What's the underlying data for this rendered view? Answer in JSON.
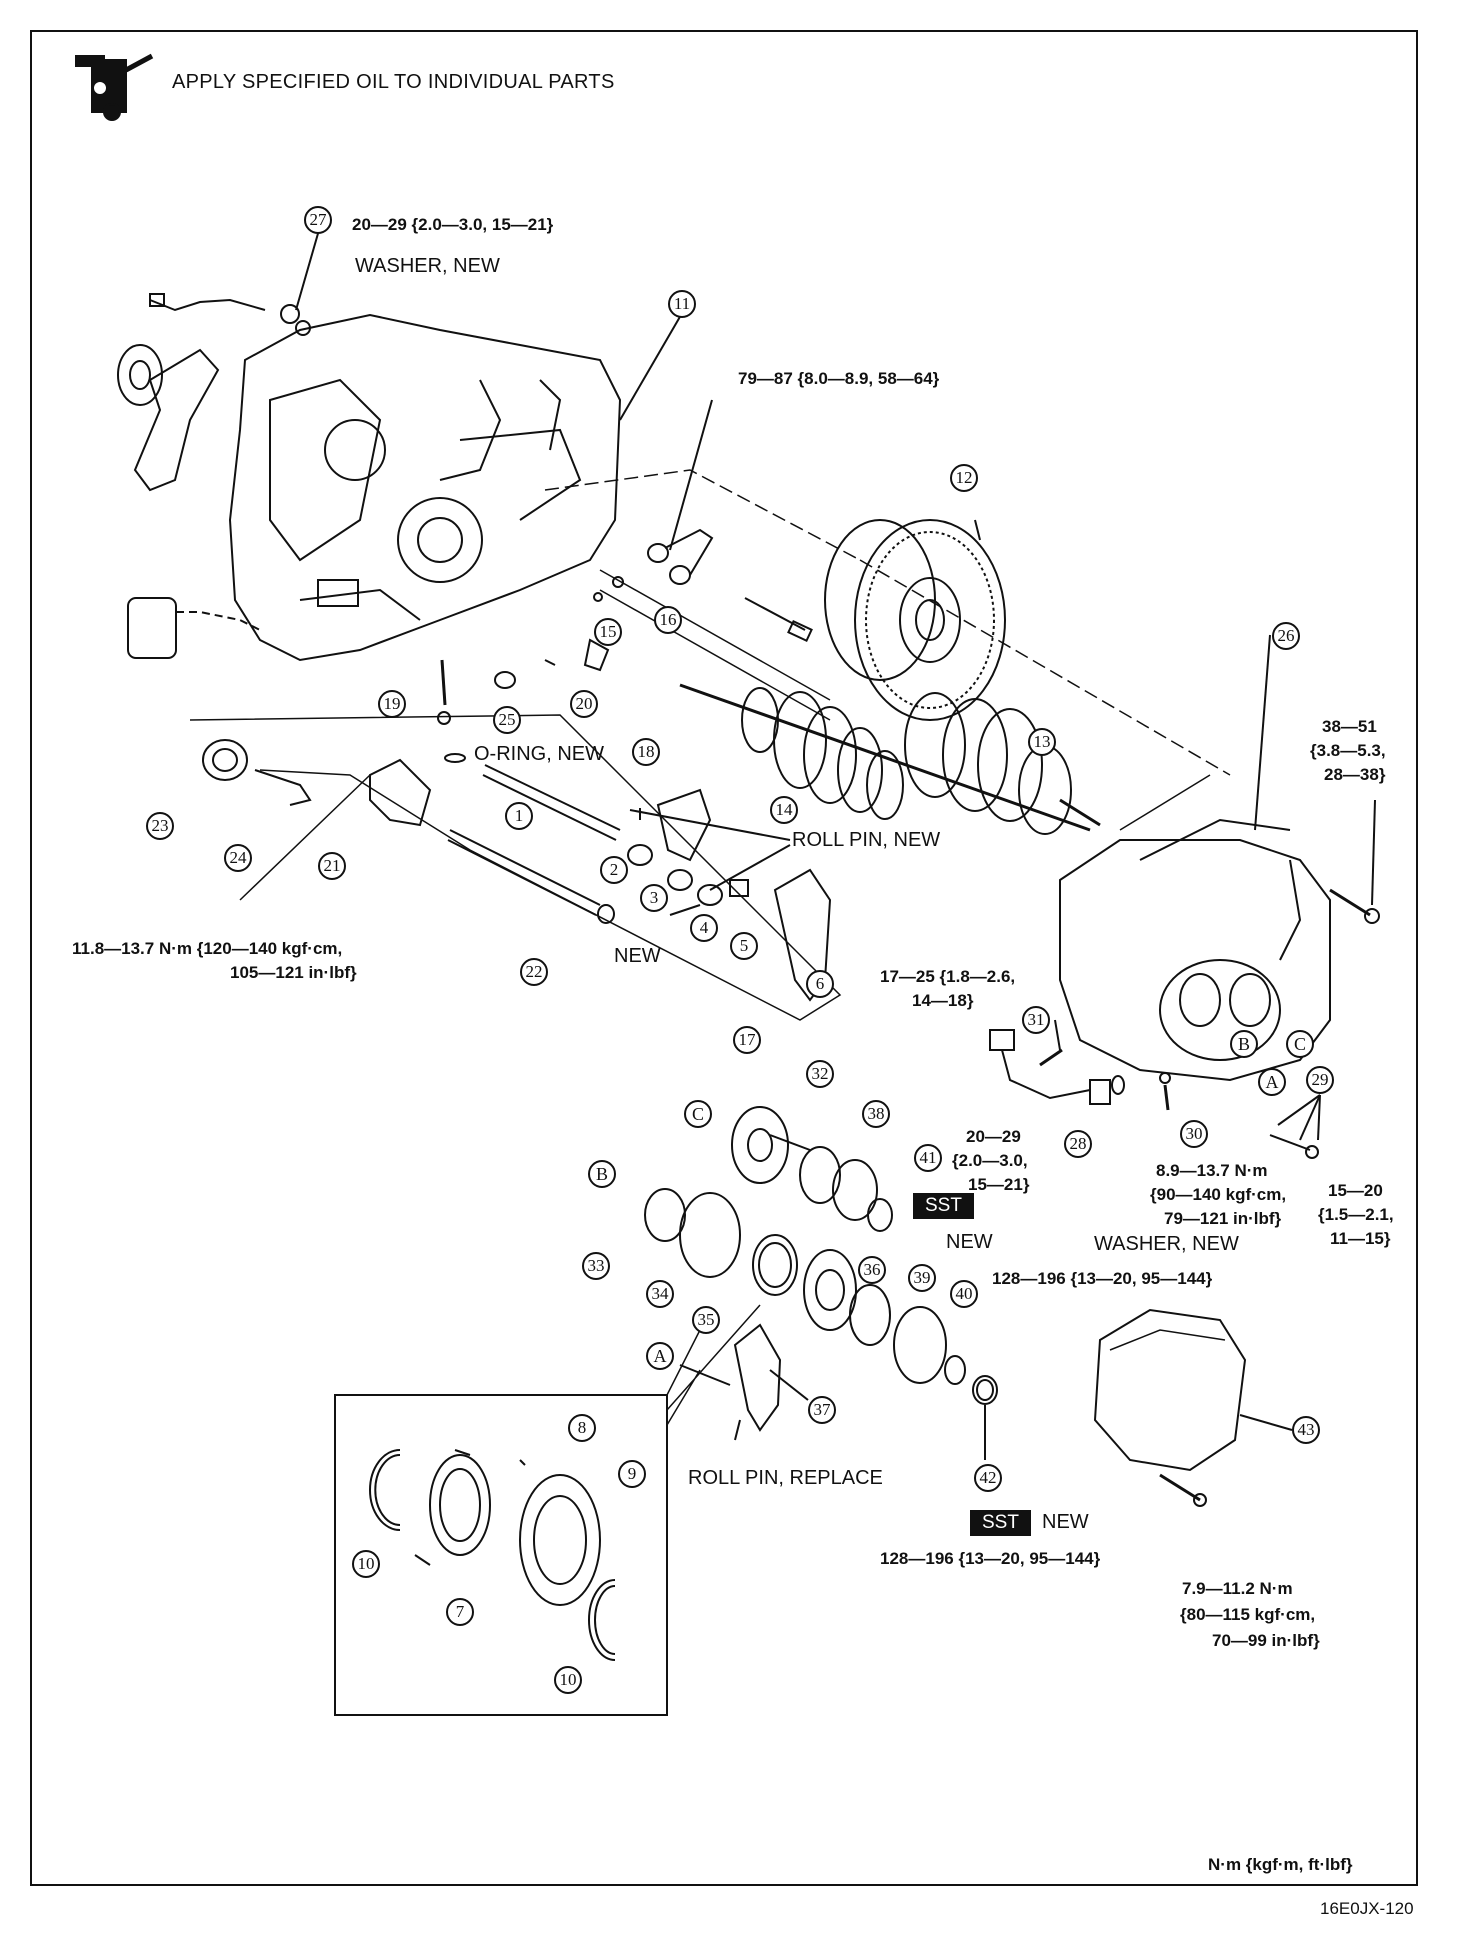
{
  "header": {
    "title": "APPLY SPECIFIED OIL TO INDIVIDUAL PARTS",
    "oil_icon": "oil-can-icon"
  },
  "labels": {
    "t27": "20—29 {2.0—3.0, 15—21}",
    "washer_new_top": "WASHER, NEW",
    "t_bracket": "79—87 {8.0—8.9, 58—64}",
    "t26_a": "38—51",
    "t26_b": "{3.8—5.3,",
    "t26_c": "28—38}",
    "oring_new": "O-RING, NEW",
    "roll_pin_new": "ROLL PIN, NEW",
    "t21_a": "11.8—13.7 N·m {120—140 kgf·cm,",
    "t21_b": "105—121 in·lbf}",
    "new_22": "NEW",
    "t31_a": "17—25 {1.8—2.6,",
    "t31_b": "14—18}",
    "t28_a": "20—29",
    "t28_b": "{2.0—3.0,",
    "t28_c": "15—21}",
    "sst_41": "SST",
    "new_41": "NEW",
    "t41": "128—196 {13—20, 95—144}",
    "t30_a": "8.9—13.7 N·m",
    "t30_b": "{90—140 kgf·cm,",
    "t30_c": "79—121 in·lbf}",
    "t29_a": "15—20",
    "t29_b": "{1.5—2.1,",
    "t29_c": "11—15}",
    "washer_new_28": "WASHER, NEW",
    "roll_pin_replace": "ROLL PIN, REPLACE",
    "sst_42": "SST",
    "new_42": "NEW",
    "t42": "128—196 {13—20, 95—144}",
    "t43_a": "7.9—11.2 N·m",
    "t43_b": "{80—115 kgf·cm,",
    "t43_c": "70—99 in·lbf}",
    "units_note": "N·m {kgf·m, ft·lbf}",
    "figure_code": "16E0JX-120"
  },
  "callouts": {
    "c1": "1",
    "c2": "2",
    "c3": "3",
    "c4": "4",
    "c5": "5",
    "c6": "6",
    "c7": "7",
    "c8": "8",
    "c9": "9",
    "c10a": "10",
    "c10b": "10",
    "c11": "11",
    "c12": "12",
    "c13": "13",
    "c14": "14",
    "c15": "15",
    "c16": "16",
    "c17": "17",
    "c18": "18",
    "c19": "19",
    "c20": "20",
    "c21": "21",
    "c22": "22",
    "c23": "23",
    "c24": "24",
    "c25": "25",
    "c26": "26",
    "c27": "27",
    "c28": "28",
    "c29": "29",
    "c30": "30",
    "c31": "31",
    "c32": "32",
    "c33": "33",
    "c34": "34",
    "c35": "35",
    "c36": "36",
    "c37": "37",
    "c38": "38",
    "c39": "39",
    "c40": "40",
    "c41": "41",
    "c42": "42",
    "c43": "43",
    "cA1": "A",
    "cA2": "A",
    "cB1": "B",
    "cB2": "B",
    "cC1": "C",
    "cC2": "C"
  }
}
